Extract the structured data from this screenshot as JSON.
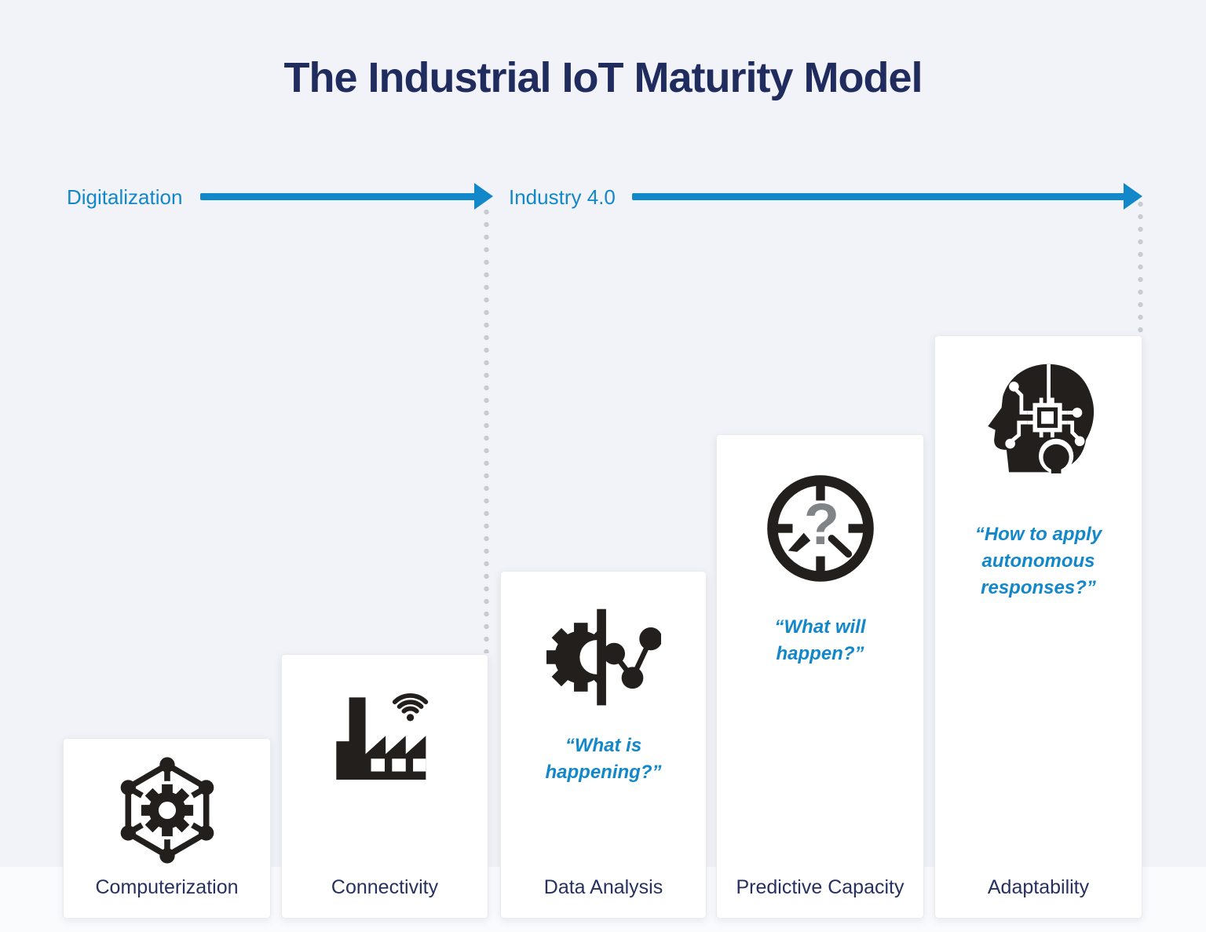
{
  "title": "The Industrial IoT Maturity Model",
  "timeline": {
    "phase1_label": "Digitalization",
    "phase2_label": "Industry 4.0"
  },
  "stages": [
    {
      "name": "Computerization"
    },
    {
      "name": "Connectivity"
    },
    {
      "name": "Data Analysis",
      "quote": "“What is happening?”"
    },
    {
      "name": "Predictive Capacity",
      "quote": "“What will happen?”"
    },
    {
      "name": "Adaptability",
      "quote": "“How to apply autonomous responses?”"
    }
  ],
  "icons": {
    "stage1": "network-gear-icon",
    "stage2": "factory-wifi-icon",
    "stage3": "gear-analytics-icon",
    "stage4": "crosshair-question-icon",
    "stage5": "head-circuit-icon",
    "question_glyph": "?"
  },
  "colors": {
    "background": "#f1f3f8",
    "accent_blue": "#1287c9",
    "title_navy": "#212c5e",
    "label_navy": "#27315f",
    "icon_black": "#221f1c",
    "dot_gray": "#c7cbd2"
  }
}
